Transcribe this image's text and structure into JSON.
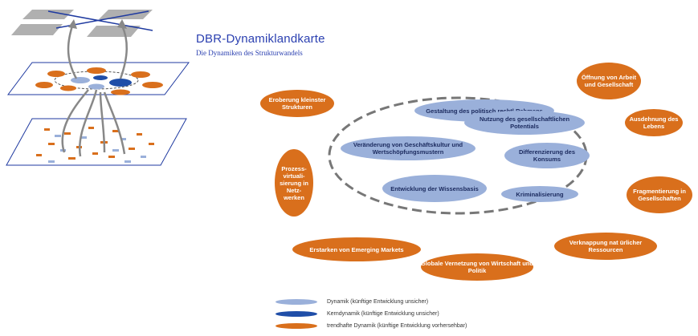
{
  "header": {
    "title": "DBR-Dynamiklandkarte",
    "subtitle": "Die Dynamiken des Strukturwandels"
  },
  "colors": {
    "trend_orange": "#d96f1c",
    "dynamic_light_blue": "#9ab0da",
    "core_dark_blue": "#1f4ea8",
    "title_blue": "#2a3fb0"
  },
  "core_dynamics": [
    "Gestaltung des politisch rechtl Rahmens",
    "Nutzung des gesellschaftlichen Potentials",
    "Veränderung von Geschäftskultur und Wertschöpfungsmustern",
    "Differenzierung des Konsums",
    "Entwicklung der Wissensbasis",
    "Kriminalisierung"
  ],
  "trend_dynamics": [
    "Öffnung von Arbeit und Gesellschaft",
    "Eroberung kleinster Strukturen",
    "Ausdehnung des Lebens",
    "Prozess-virtuali-sierung in Netz-werken",
    "Fragmentierung in Gesellschaften",
    "Erstarken von Emerging Markets",
    "Verknappung nat ürlicher Ressourcen",
    "Globale Vernetzung von Wirtschaft und Politik"
  ],
  "legend": [
    {
      "label": "Dynamik (künftige Entwicklung unsicher)",
      "color": "#9ab0da"
    },
    {
      "label": "Kerndynamik (künftige Entwicklung unsicher)",
      "color": "#1f4ea8"
    },
    {
      "label": "trendhafte Dynamik (künftige Entwicklung vorhersehbar)",
      "color": "#d96f1c"
    }
  ]
}
